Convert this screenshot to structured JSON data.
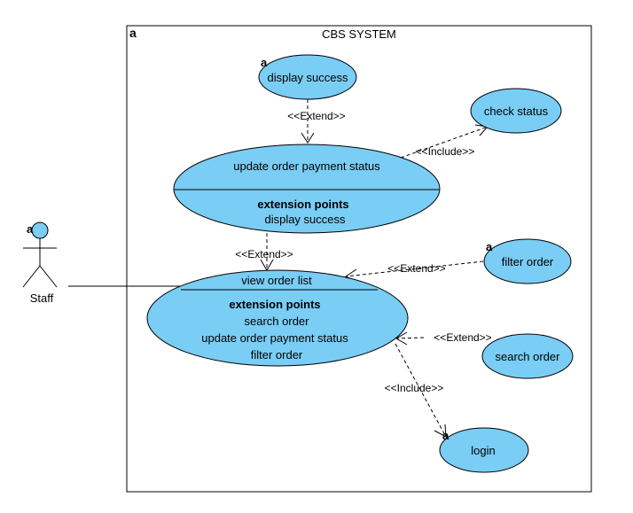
{
  "system": {
    "title": "CBS SYSTEM",
    "corner_glyph": "a"
  },
  "actor": {
    "name": "Staff",
    "glyph": "a"
  },
  "use_cases": {
    "display_success": {
      "label": "display success",
      "glyph": "a"
    },
    "check_status": {
      "label": "check status"
    },
    "update_payment": {
      "label": "update order payment status",
      "ext_header": "extension points",
      "ext_points": [
        "display success"
      ]
    },
    "view_order_list": {
      "label": "view order list",
      "ext_header": "extension points",
      "ext_points": [
        "search order",
        "update order payment status",
        "filter order"
      ]
    },
    "filter_order": {
      "label": "filter order",
      "glyph": "a"
    },
    "search_order": {
      "label": "search order"
    },
    "login": {
      "label": "login",
      "glyph": "a"
    }
  },
  "relations": {
    "extend_display_success": "<<Extend>>",
    "include_check_status": "<<Include>>",
    "extend_update_payment": "<<Extend>>",
    "extend_filter_order": "<<Extend>>",
    "extend_search_order": "<<Extend>>",
    "include_login": "<<Include>>"
  }
}
